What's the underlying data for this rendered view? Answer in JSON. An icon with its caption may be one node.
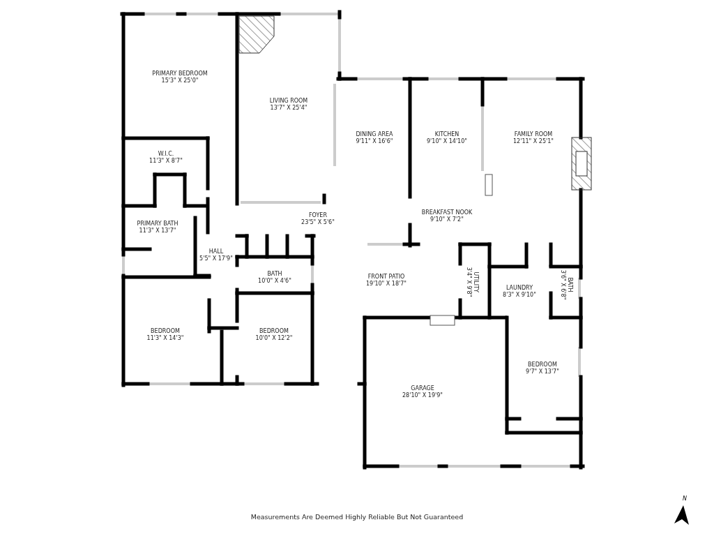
{
  "diagram": {
    "caption": "Measurements Are Deemed Highly Reliable But Not Guaranteed",
    "nodes": [
      {
        "text": [
          "PRIMARY BEDROOM",
          "15'3\" X 25'0\""
        ]
      },
      {
        "text": [
          "LIVING ROOM",
          "13'7\" X 25'4\""
        ]
      },
      {
        "text": [
          "DINING AREA",
          "9'11\" X 16'6\""
        ]
      },
      {
        "text": [
          "KITCHEN",
          "9'10\" X 14'10\""
        ]
      },
      {
        "text": [
          "FAMILY ROOM",
          "12'11\" X 25'1\""
        ]
      },
      {
        "text": [
          "W.I.C.",
          "11'3\" X 8'7\""
        ]
      },
      {
        "text": [
          "FOYER",
          "23'5\" X 5'6\""
        ]
      },
      {
        "text": [
          "BREAKFAST NOOK",
          "9'10\" X 7'2\""
        ]
      },
      {
        "text": [
          "PRIMARY BATH",
          "11'3\" X 13'7\""
        ]
      },
      {
        "text": [
          "HALL",
          "5'5\" X 17'9\""
        ]
      },
      {
        "text": [
          "BATH",
          "10'0\" X 4'6\""
        ]
      },
      {
        "text": [
          "FRONT PATIO",
          "19'10\" X 18'7\""
        ]
      },
      {
        "text": [
          "UTILITY",
          "3'4\" X 9'8\""
        ]
      },
      {
        "text": [
          "LAUNDRY",
          "8'3\" X 9'10\""
        ]
      },
      {
        "text": [
          "BATH",
          "3'6\" X 6'8\""
        ]
      },
      {
        "text": [
          "BEDROOM",
          "11'3\" X 14'3\""
        ]
      },
      {
        "text": [
          "BEDROOM",
          "10'0\" X 12'2\""
        ]
      },
      {
        "text": [
          "BEDROOM",
          "9'7\" X 13'7\""
        ]
      },
      {
        "text": [
          "GARAGE",
          "28'10\" X 19'9\""
        ]
      }
    ],
    "labels": [
      "N"
    ]
  }
}
